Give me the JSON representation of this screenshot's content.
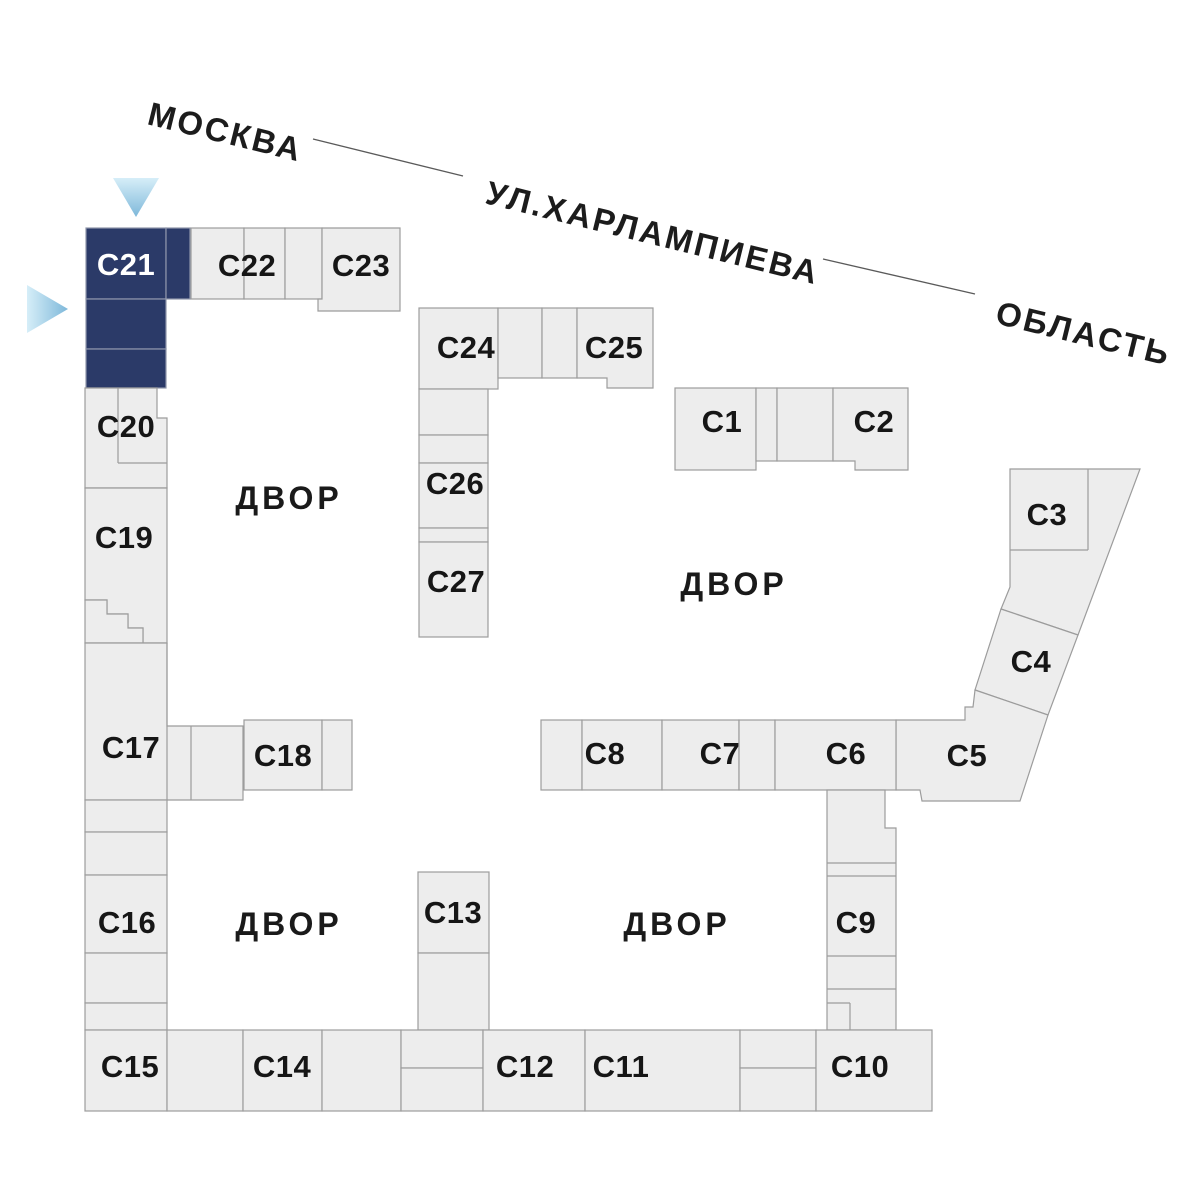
{
  "map": {
    "title": "site-plan",
    "street": {
      "city_label": "МОСКВА",
      "street_name": "УЛ.ХАРЛАМПИЕВА",
      "region_label": "ОБЛАСТЬ"
    },
    "courtyards": [
      {
        "label": "ДВОР"
      },
      {
        "label": "ДВОР"
      },
      {
        "label": "ДВОР"
      },
      {
        "label": "ДВОР"
      }
    ],
    "selected_building": "C21",
    "markers": [
      {
        "icon": "down-arrow-marker-icon"
      },
      {
        "icon": "right-arrow-marker-icon"
      }
    ],
    "buildings": [
      {
        "id": "c21",
        "label": "C21",
        "highlighted": true
      },
      {
        "id": "c22",
        "label": "C22"
      },
      {
        "id": "c23",
        "label": "C23"
      },
      {
        "id": "c24",
        "label": "C24"
      },
      {
        "id": "c25",
        "label": "C25"
      },
      {
        "id": "c26",
        "label": "C26"
      },
      {
        "id": "c27",
        "label": "C27"
      },
      {
        "id": "c20",
        "label": "C20"
      },
      {
        "id": "c19",
        "label": "C19"
      },
      {
        "id": "c17",
        "label": "C17"
      },
      {
        "id": "c18",
        "label": "C18"
      },
      {
        "id": "c16",
        "label": "C16"
      },
      {
        "id": "c15",
        "label": "C15"
      },
      {
        "id": "c14",
        "label": "C14"
      },
      {
        "id": "c13",
        "label": "C13"
      },
      {
        "id": "c12",
        "label": "C12"
      },
      {
        "id": "c11",
        "label": "C11"
      },
      {
        "id": "c10",
        "label": "C10"
      },
      {
        "id": "c9",
        "label": "C9"
      },
      {
        "id": "c8",
        "label": "C8"
      },
      {
        "id": "c7",
        "label": "C7"
      },
      {
        "id": "c6",
        "label": "C6"
      },
      {
        "id": "c5",
        "label": "C5"
      },
      {
        "id": "c4",
        "label": "C4"
      },
      {
        "id": "c3",
        "label": "C3"
      },
      {
        "id": "c1",
        "label": "C1"
      },
      {
        "id": "c2",
        "label": "C2"
      }
    ],
    "colors": {
      "background": "#ffffff",
      "building_fill": "#ededed",
      "building_stroke": "#9c9c9c",
      "highlight_fill": "#2b3a68",
      "highlight_text": "#ffffff",
      "label_text": "#161616",
      "marker_gradient_start": "#d6eef8",
      "marker_gradient_end": "#7eb8da"
    }
  }
}
